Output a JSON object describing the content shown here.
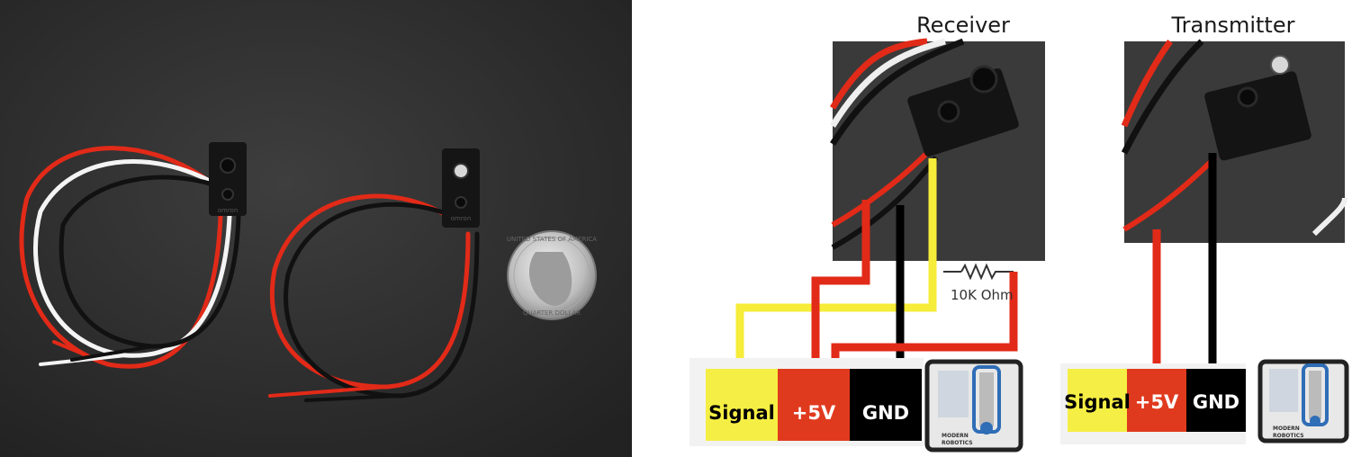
{
  "left_photo": {
    "sensor_brand": "omron",
    "coin_text_top": "UNITED STATES OF AMERICA",
    "coin_text_bottom": "QUARTER DOLLAR"
  },
  "diagram": {
    "receiver": {
      "title": "Receiver",
      "resistor_label": "10K Ohm",
      "header": {
        "signal": "Signal",
        "power": "+5V",
        "ground": "GND"
      }
    },
    "transmitter": {
      "title": "Transmitter",
      "header": {
        "signal": "Signal",
        "power": "+5V",
        "ground": "GND"
      }
    },
    "board_text": [
      "MODERN",
      "ROBOTICS"
    ]
  },
  "colors": {
    "signal": "#f5ee44",
    "power": "#e03a1e",
    "ground": "#000000",
    "wire_red": "#e22a18",
    "wire_yellow": "#f6ec3a",
    "board_blue": "#2f6db6"
  }
}
